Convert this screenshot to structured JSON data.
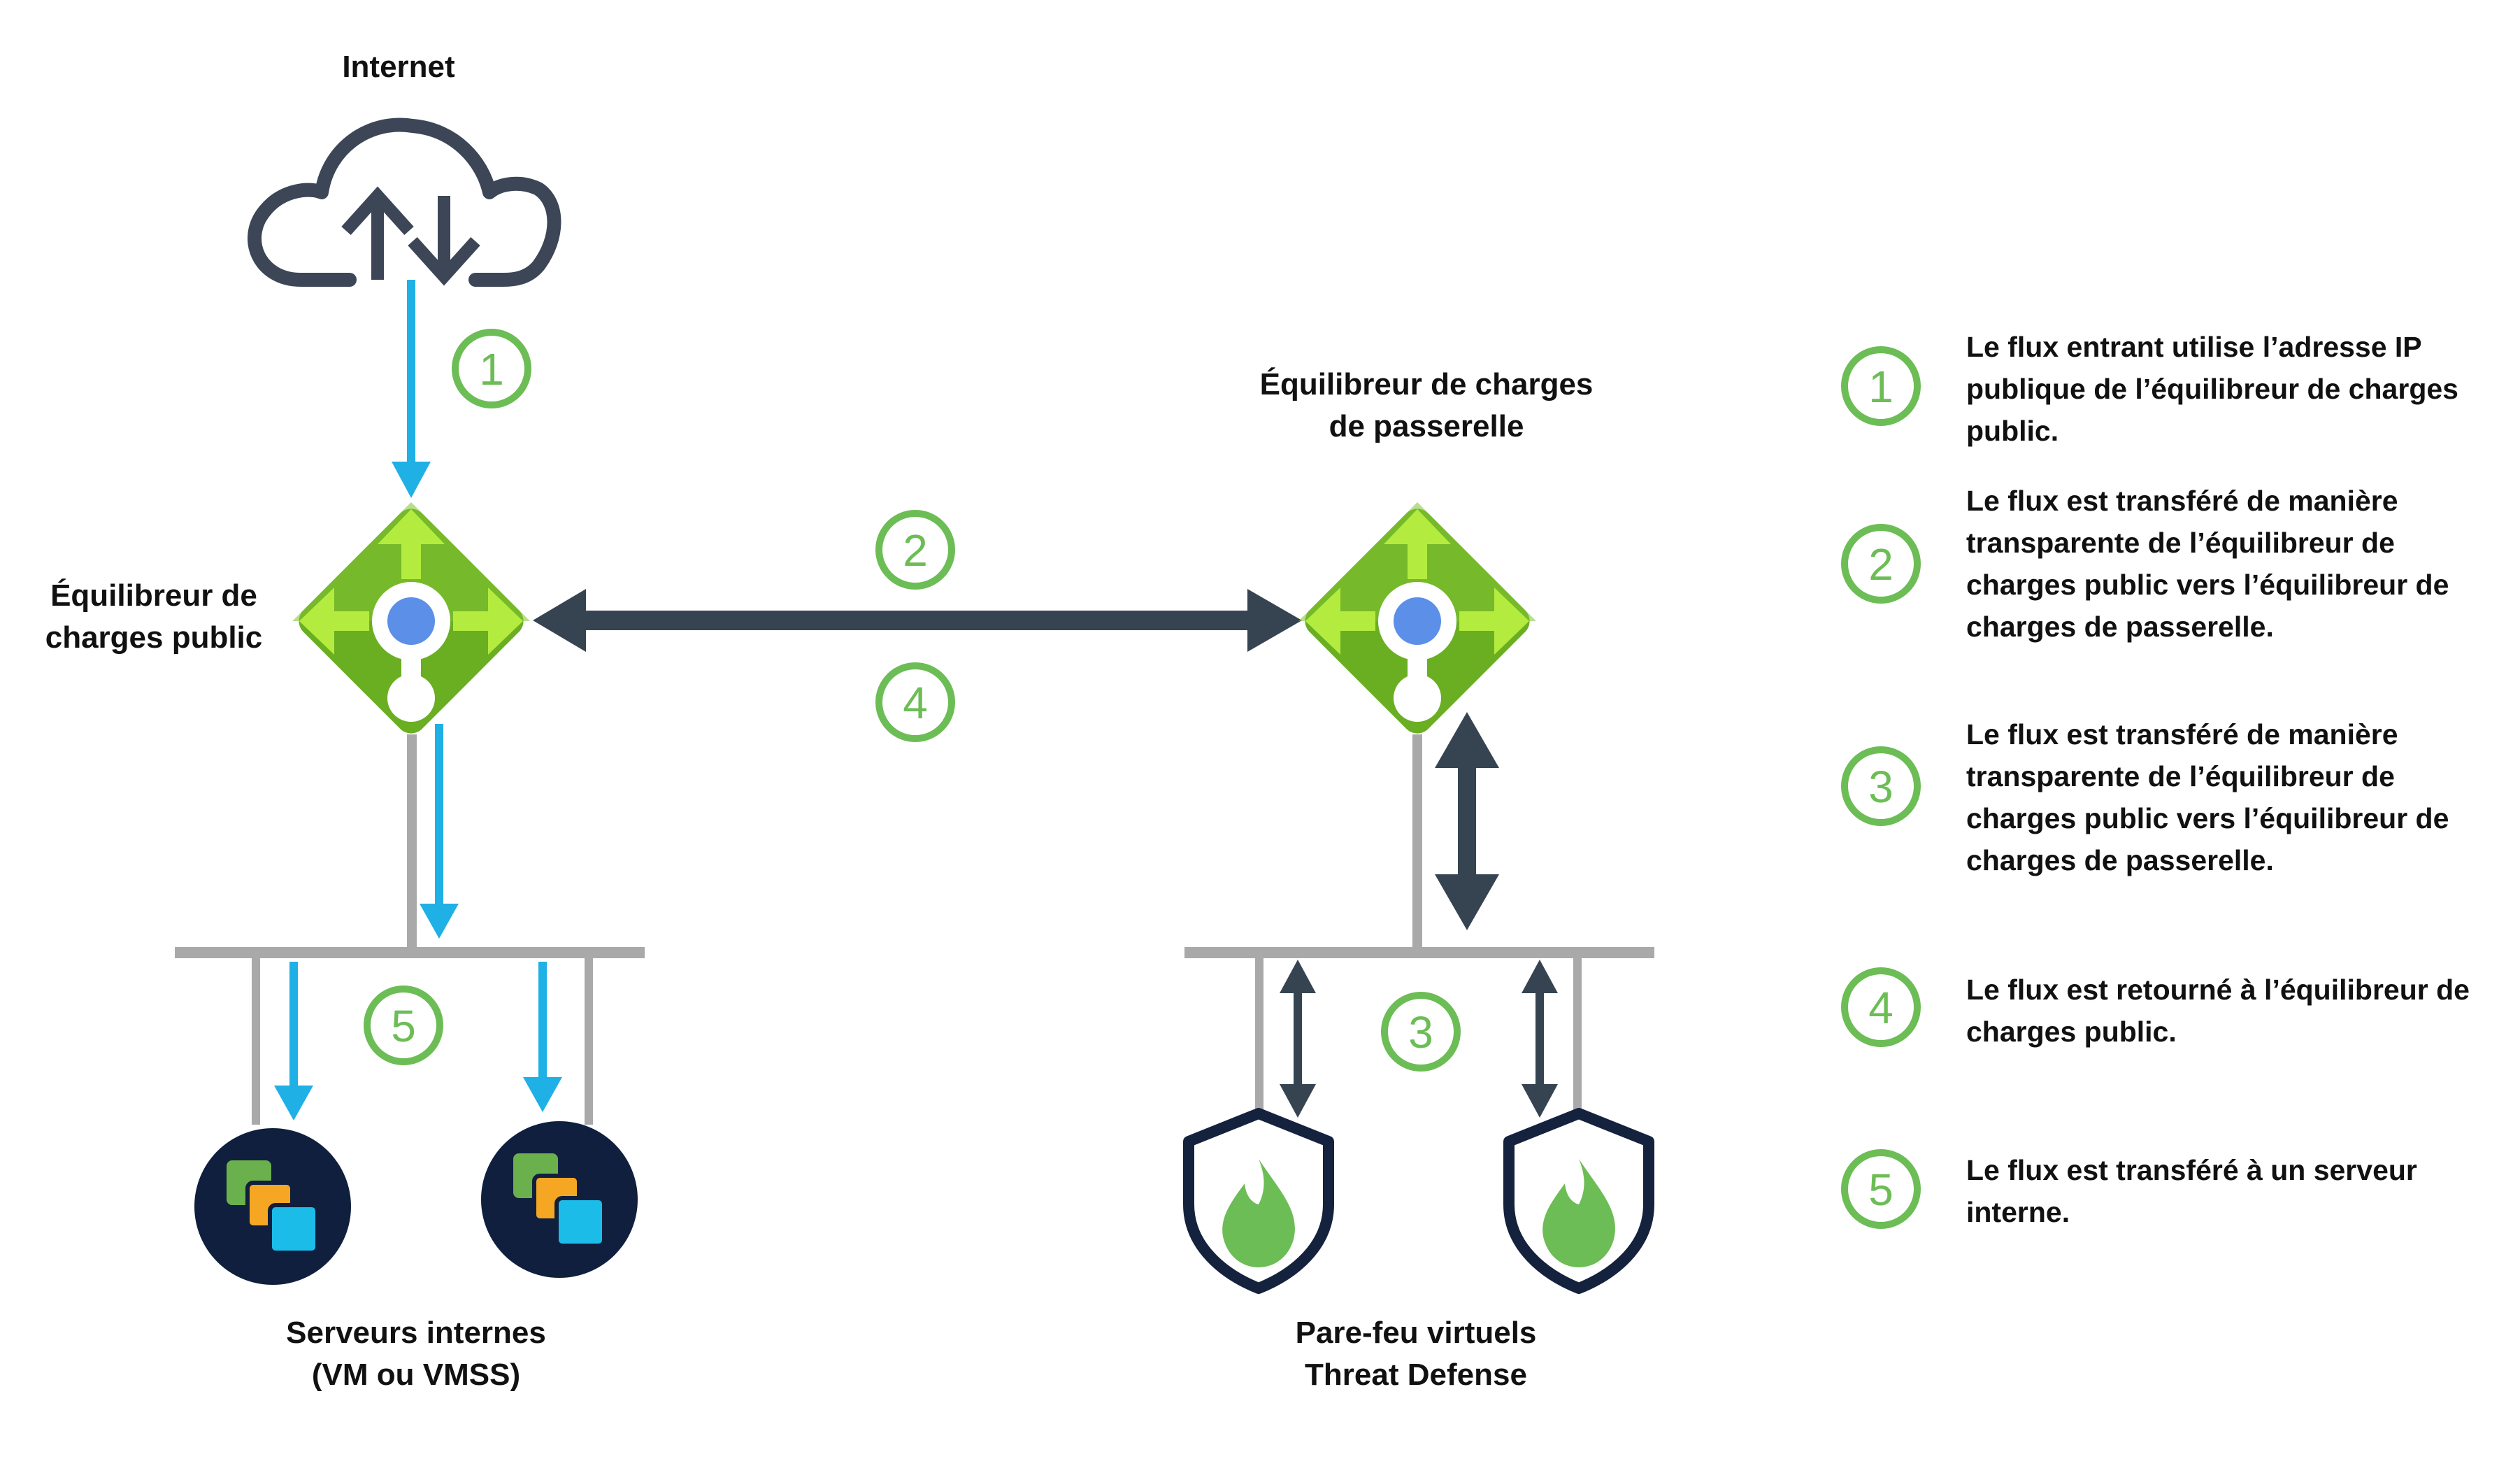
{
  "colors": {
    "green_badge": "#6cbd55",
    "blue_flow": "#1fb0e6",
    "dark_arrow": "#364452",
    "gray_line": "#a9a9a9",
    "lb_green_dark": "#5a9e1b",
    "lb_green_light": "#7fc332",
    "lb_arrow_green": "#b3ec3e",
    "lb_dot_blue": "#5b8fe8",
    "vm_navy": "#0f1f3d",
    "vm_green": "#6ab04c",
    "vm_orange": "#f5a623",
    "vm_cyan": "#1bbde8",
    "fw_navy": "#14223d",
    "fw_flame": "#6cbd55",
    "cloud_stroke": "#3c4656"
  },
  "icons": {
    "internet": "cloud-upload-download-icon",
    "public_lb": "load-balancer-icon",
    "gateway_lb": "load-balancer-icon",
    "servers": "virtual-machine-icon",
    "firewalls": "firewall-shield-icon"
  },
  "labels": {
    "internet": "Internet",
    "public_lb": [
      "Équilibreur de",
      "charges public"
    ],
    "gateway_lb": [
      "Équilibreur de charges",
      "de passerelle"
    ],
    "servers": [
      "Serveurs internes",
      "(VM ou VMSS)"
    ],
    "firewalls": [
      "Pare-feu virtuels",
      "Threat Defense"
    ]
  },
  "badges": {
    "b1": "1",
    "b2": "2",
    "b3": "3",
    "b4": "4",
    "b5": "5"
  },
  "legend": [
    {
      "num": "1",
      "text": "Le flux entrant utilise l’adresse IP publique de l’équilibreur de charges public."
    },
    {
      "num": "2",
      "text": "Le flux est transféré de manière transparente de l’équilibreur de charges public vers l’équilibreur de charges de passerelle."
    },
    {
      "num": "3",
      "text": "Le flux est transféré de manière transparente de l’équilibreur de charges public vers l’équilibreur de charges de passerelle."
    },
    {
      "num": "4",
      "text": "Le flux est retourné à l’équilibreur de charges public."
    },
    {
      "num": "5",
      "text": "Le flux est transféré à un serveur interne."
    }
  ]
}
